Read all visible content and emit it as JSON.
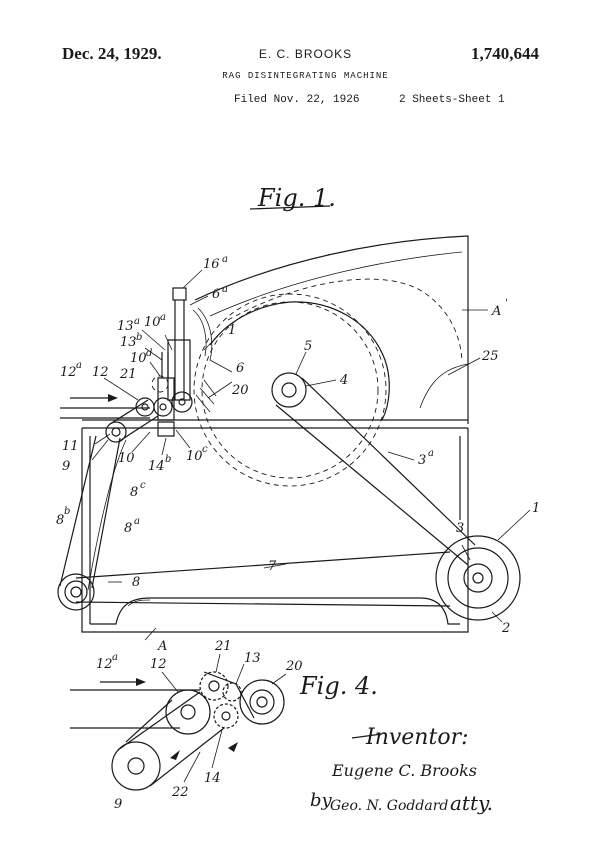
{
  "header": {
    "date": "Dec. 24, 1929.",
    "inventor": "E. C. BROOKS",
    "patent_number": "1,740,644",
    "title": "RAG DISINTEGRATING MACHINE",
    "filed": "Filed Nov. 22, 1926",
    "sheets": "2 Sheets-Sheet 1"
  },
  "fig1": {
    "title": "Fig. 1.",
    "labels": {
      "l16": "16",
      "l16s": "a",
      "l6a": "6",
      "l6as": "a",
      "l10a": "10",
      "l10as": "a",
      "l13a": "13",
      "l13as": "a",
      "l13b": "13",
      "l13bs": "b",
      "l10d": "10",
      "l10ds": "d",
      "l12a": "12",
      "l12as": "a",
      "l12": "12",
      "l21": "21",
      "l1": "1",
      "l6": "6",
      "l20": "20",
      "l5": "5",
      "l4": "4",
      "lA1": "A",
      "lA1s": "'",
      "l25": "25",
      "l11": "11",
      "l9": "9",
      "l10": "10",
      "l14b": "14",
      "l14bs": "b",
      "l10c": "10",
      "l10cs": "c",
      "l3a": "3",
      "l3as": "a",
      "l8c": "8",
      "l8cs": "c",
      "l8b": "8",
      "l8bs": "b",
      "l8a": "8",
      "l8as": "a",
      "l8": "8",
      "l7": "7",
      "l3": "3",
      "l1r": "1",
      "l2": "2",
      "lA": "A"
    }
  },
  "fig4": {
    "title": "Fig. 4.",
    "labels": {
      "l12a": "12",
      "l12as": "a",
      "l12": "12",
      "l21": "21",
      "l13": "13",
      "l20": "20",
      "l22": "22",
      "l14": "14",
      "l9": "9"
    }
  },
  "signature": {
    "heading": "Inventor:",
    "name": "Eugene C. Brooks",
    "by": "by",
    "attorney": "Geo. N. Goddard",
    "atty": "atty."
  }
}
